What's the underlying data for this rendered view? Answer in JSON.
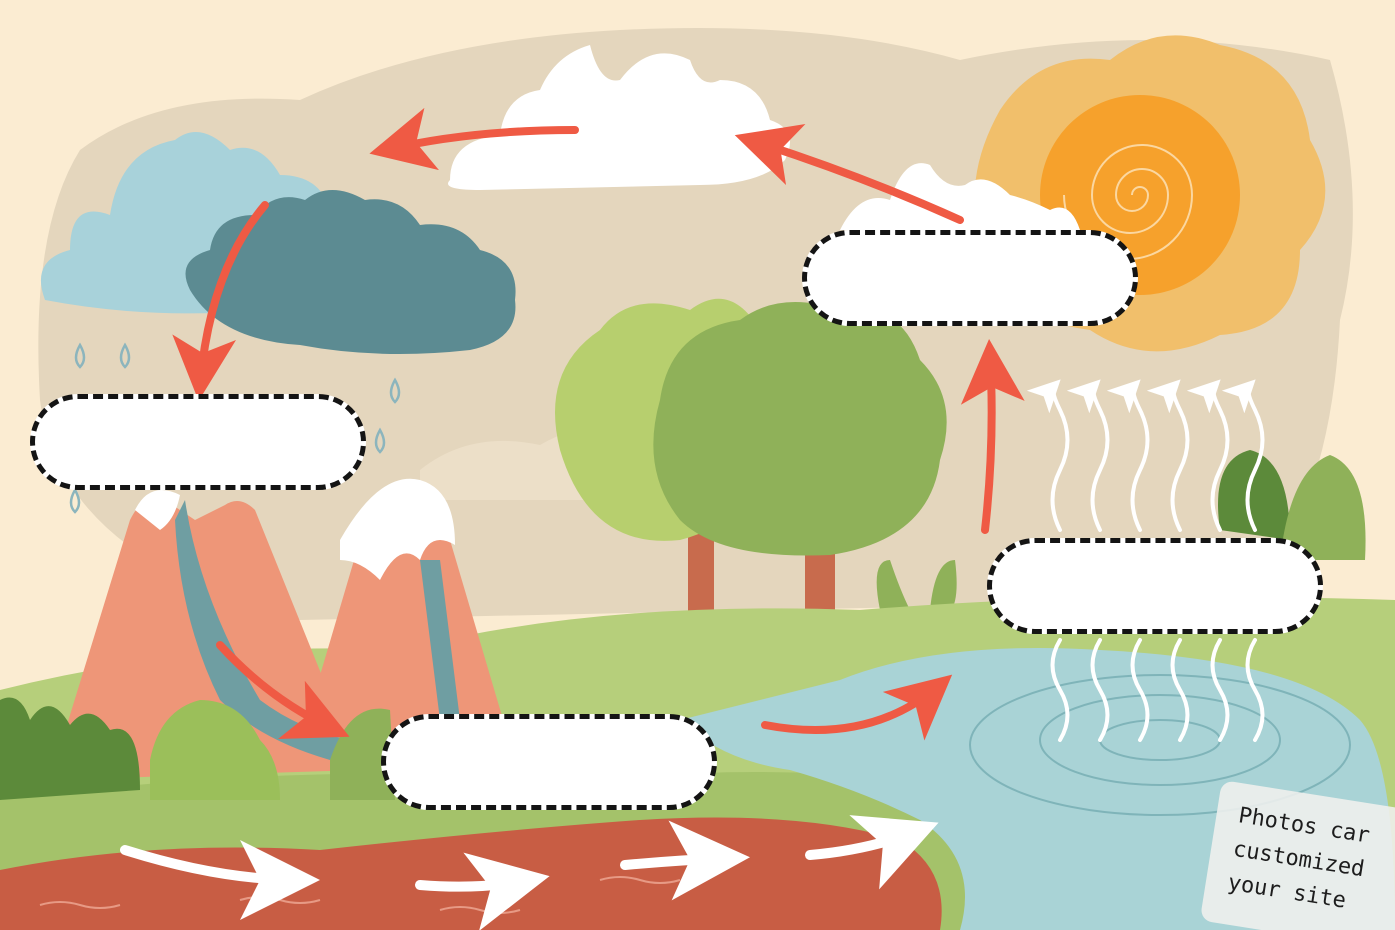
{
  "diagram": {
    "labels": {
      "precipitation": "",
      "condensation": "",
      "evaporation": "",
      "collection": ""
    },
    "elements": [
      "sun",
      "white-cloud",
      "rain-clouds",
      "mountains",
      "trees",
      "lake",
      "river",
      "bushes"
    ],
    "colors": {
      "sky": "#e4d6bd",
      "background": "#fbecd2",
      "arrow": "#ef5a44",
      "sun": "#f6a12c",
      "sun_halo": "#f1bf6b",
      "cloud_light": "#a8d2da",
      "cloud_dark": "#5c8b92",
      "mountain": "#ee9678",
      "lake": "#a9d3d6",
      "river": "#c85d44",
      "grass": "#b6cf7b",
      "tree": "#8fb159"
    }
  },
  "watermark": {
    "line1": "Photos car",
    "line2": "customized",
    "line3": "your site"
  }
}
